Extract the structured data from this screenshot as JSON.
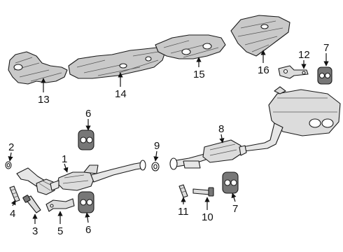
{
  "callouts": {
    "c1": "1",
    "c2": "2",
    "c3": "3",
    "c4": "4",
    "c5": "5",
    "c6a": "6",
    "c6b": "6",
    "c7a": "7",
    "c7b": "7",
    "c8": "8",
    "c9": "9",
    "c10": "10",
    "c11": "11",
    "c12": "12",
    "c13": "13",
    "c14": "14",
    "c15": "15",
    "c16": "16"
  }
}
